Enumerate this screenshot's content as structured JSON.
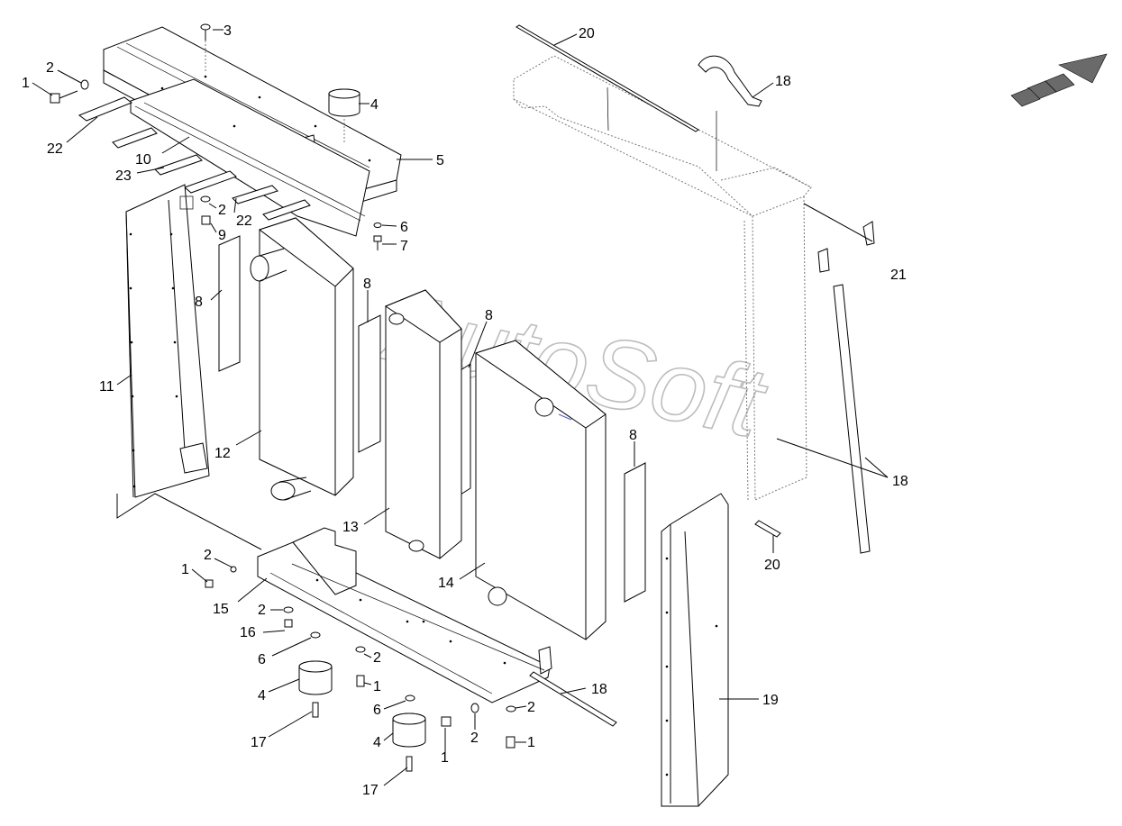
{
  "watermark": "AutoSoft",
  "callouts": {
    "c1a": "1",
    "c2a": "2",
    "c3": "3",
    "c4a": "4",
    "c5": "5",
    "c22a": "22",
    "c10": "10",
    "c23": "23",
    "c2b": "2",
    "c9": "9",
    "c22b": "22",
    "c6a": "6",
    "c7": "7",
    "c8a": "8",
    "c8b": "8",
    "c8c": "8",
    "c8d": "8",
    "c11": "11",
    "c12": "12",
    "c13": "13",
    "c14": "14",
    "c20a": "20",
    "c18a": "18",
    "c21": "21",
    "c18b": "18",
    "c20b": "20",
    "c19": "19",
    "c18c": "18",
    "c2c": "2",
    "c1b": "1",
    "c15": "15",
    "c2d": "2",
    "c16": "16",
    "c6b": "6",
    "c2e": "2",
    "c1c": "1",
    "c4b": "4",
    "c17a": "17",
    "c6c": "6",
    "c4c": "4",
    "c17b": "17",
    "c1d": "1",
    "c2f": "2",
    "c2g": "2",
    "c1e": "1"
  },
  "colors": {
    "line": "#000000",
    "watermark": "#bdbdbd",
    "arrow": "#6a6a6a"
  },
  "icons": {
    "direction_arrow": "direction-arrow-icon"
  }
}
